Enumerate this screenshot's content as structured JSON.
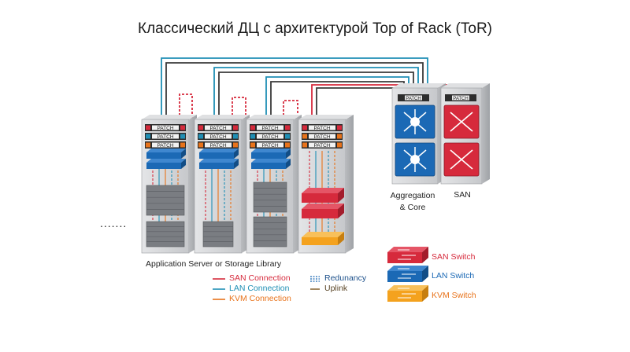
{
  "title": "Классический ДЦ с архитектурой Top of Rack (ToR)",
  "patch_label": "PATCH",
  "ellipsis": ".......",
  "rack_group_label": "Application Server or Storage Library",
  "aggregation_label": "Aggregation\n& Core",
  "san_rack_label": "SAN",
  "legend": {
    "connections": [
      {
        "label": "SAN Connection",
        "color": "#d62a3c"
      },
      {
        "label": "LAN Connection",
        "color": "#1f8fb5"
      },
      {
        "label": "KVM Connection",
        "color": "#e8731b"
      }
    ],
    "redundancy": "Redunancy",
    "uplink": "Uplink",
    "switches": [
      {
        "label": "SAN Switch",
        "color": "#d62a3c",
        "text_color": "#d62a3c"
      },
      {
        "label": "LAN Switch",
        "color": "#1b69b5",
        "text_color": "#1b69b5"
      },
      {
        "label": "KVM Switch",
        "color": "#f4a21e",
        "text_color": "#e8731b"
      }
    ]
  },
  "colors": {
    "san": "#d62a3c",
    "lan": "#1f8fb5",
    "kvm": "#e8731b",
    "uplink": "#3a3a3a",
    "rack": "#cfd1d4"
  }
}
